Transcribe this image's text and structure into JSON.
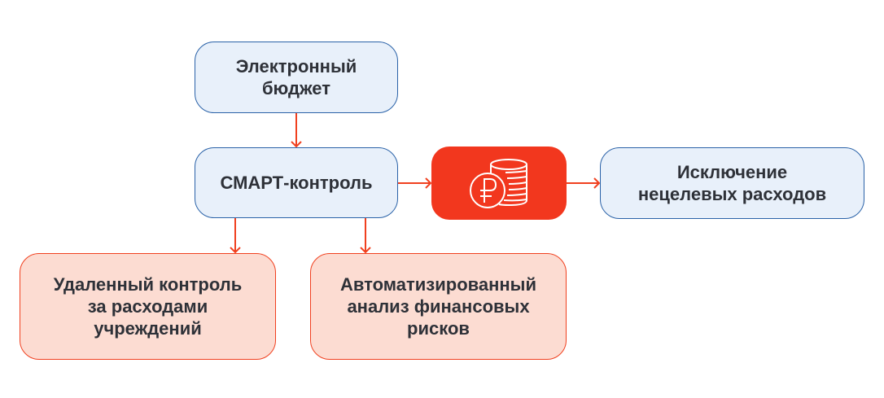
{
  "nodes": {
    "e_budget": "Электронный\nбюджет",
    "smart": "СМАРТ-контроль",
    "coins": "ruble-coins-icon",
    "exclusion": "Исключение\nнецелевых расходов",
    "remote": "Удаленный контроль\nза расходами\nучреждений",
    "analysis": "Автоматизированный\nанализ финансовых\nрисков"
  },
  "colors": {
    "blue_fill": "#e8f0fa",
    "blue_border": "#2a62a8",
    "pink_fill": "#fcdcd2",
    "accent": "#f2371e"
  }
}
